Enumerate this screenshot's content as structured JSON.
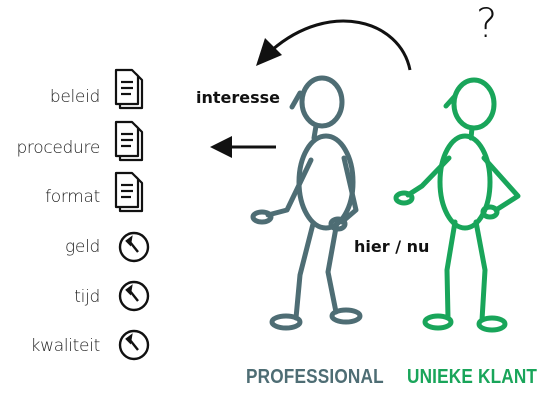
{
  "items": [
    {
      "label": "beleid",
      "icon": "document-icon"
    },
    {
      "label": "procedure",
      "icon": "document-icon"
    },
    {
      "label": "format",
      "icon": "document-icon"
    },
    {
      "label": "geld",
      "icon": "gauge-icon"
    },
    {
      "label": "tijd",
      "icon": "gauge-icon"
    },
    {
      "label": "kwaliteit",
      "icon": "gauge-icon"
    }
  ],
  "labels": {
    "interest": "interesse",
    "here_now": "hier / nu",
    "question": "?"
  },
  "roles": {
    "professional": "PROFESSIONAL",
    "client": "UNIEKE KLANT"
  },
  "colors": {
    "professional": "#4e6d74",
    "client": "#19a55a",
    "ink": "#111111"
  }
}
